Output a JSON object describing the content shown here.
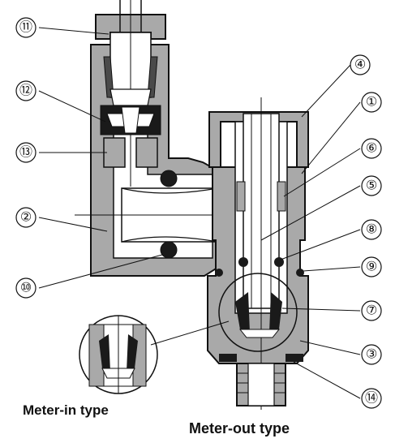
{
  "colors": {
    "body_fill": "#a9a9a9",
    "body_dark": "#4a4a4a",
    "line": "#111111",
    "background": "#ffffff",
    "seal_black": "#1a1a1a"
  },
  "callouts": [
    {
      "id": "c1",
      "label": "①"
    },
    {
      "id": "c2",
      "label": "②"
    },
    {
      "id": "c3",
      "label": "③"
    },
    {
      "id": "c4",
      "label": "④"
    },
    {
      "id": "c5",
      "label": "⑤"
    },
    {
      "id": "c6",
      "label": "⑥"
    },
    {
      "id": "c7",
      "label": "⑦"
    },
    {
      "id": "c8",
      "label": "⑧"
    },
    {
      "id": "c9",
      "label": "⑨"
    },
    {
      "id": "c10",
      "label": "⑩"
    },
    {
      "id": "c11",
      "label": "⑪"
    },
    {
      "id": "c12",
      "label": "⑫"
    },
    {
      "id": "c13",
      "label": "⑬"
    },
    {
      "id": "c14",
      "label": "⑭"
    }
  ],
  "captions": {
    "meter_in": "Meter-in type",
    "meter_out": "Meter-out type"
  }
}
